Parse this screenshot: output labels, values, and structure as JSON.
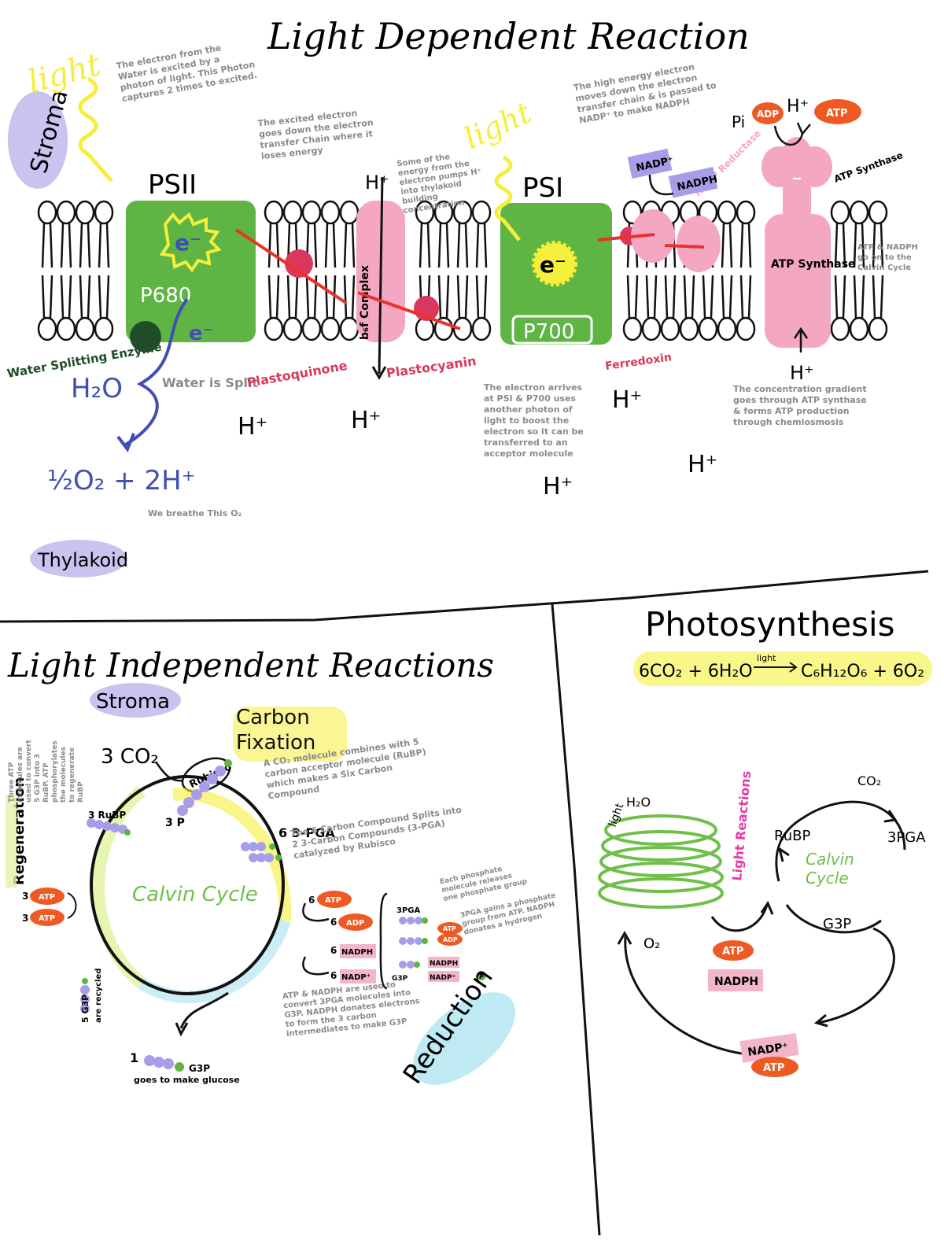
{
  "colors": {
    "psii_green": "#5fb544",
    "complex_pink": "#f4a7c2",
    "carrier_red": "#d9385c",
    "arrow_red": "#e8332c",
    "purple_highlight": "#c9c3f0",
    "light_yellow": "#f5ee3a",
    "water_blue": "#3f4fb3",
    "atp_orange": "#ef5a24",
    "nadp_purple": "#a89de8",
    "nadph_pink": "#f3b6c8",
    "calvin_green": "#6fbf4b",
    "dark_green": "#1f4d2a",
    "magenta": "#e63aa8",
    "cyan_highlight": "#bfe9f3",
    "note_gray": "#8a8a8a"
  },
  "top": {
    "title": "Light Dependent Reaction",
    "stroma": "Stroma",
    "thylakoid": "Thylakoid",
    "light1": "light",
    "light2": "light",
    "psii": "PSII",
    "psi": "PSI",
    "p680": "P680",
    "p700": "P700",
    "e_minus": "e⁻",
    "water_splitting_enzyme": "Water Splitting Enzyme",
    "plastoquinone": "Plastoquinone",
    "bf_complex": "b₆f Complex",
    "plastocyanin": "Plastocyanin",
    "ferredoxin": "Ferredoxin",
    "nadp_reductase": "NADP Reductase",
    "nadp_plus": "NADP⁺",
    "nadph": "NADPH",
    "atp_synthase_inside": "ATP Synthase",
    "atp_synthase_top": "ATP Synthase",
    "pi": "Pi",
    "adp": "ADP",
    "atp": "ATP",
    "h_plus": "H⁺",
    "h2o": "H₂O",
    "water_is_split": "Water is Split",
    "half_o2": "½O₂ + 2H⁺",
    "we_breathe": "We breathe This O₂",
    "note_psii": "The electron from the Water is excited by a photon of light. This Photon captures 2 times to excited.",
    "note_excited": "The excited electron goes down the electron transfer Chain where it loses energy",
    "note_bf": "Some of the energy from the electron pumps H⁺ into thylakoid building concentration",
    "note_psi": "The electron arrives at PSI & P700 uses another photon of light to boost the electron so it can be transferred to an acceptor molecule",
    "note_nadp": "The high energy electron moves down the electron transfer chain & is passed to NADP⁺ to make NADPH",
    "note_atp_calvin": "ATP & NADPH go on to the Calvin Cycle",
    "note_gradient": "The concentration gradient goes through ATP synthase & forms ATP production through chemiosmosis"
  },
  "bottom_left": {
    "title": "Light Independent Reactions",
    "stroma": "Stroma",
    "carbon_fixation": "Carbon Fixation",
    "co2": "3 CO₂",
    "rubisco": "Rubisco",
    "calvin_cycle": "Calvin Cycle",
    "regeneration": "Regeneration",
    "reduction": "Reduction",
    "rubp_5": "3 RuBP",
    "p3": "3 P",
    "pga6": "6 3-PGA",
    "atp_6": "6 ATP",
    "adp_6": "6 ADP",
    "nadph_6": "6 NADPH",
    "nadp_6": "6 NADP⁺",
    "atp_3a": "3 ATP",
    "atp_3b": "3 ATP",
    "g3p_5": "5 G3P",
    "g3p_recycled": "are recycled",
    "g3p_1": "1 G3P",
    "g3p_glucose": "goes to make glucose",
    "p_label": "P",
    "pga_small": "3PGA",
    "atp_small": "ATP",
    "adp_small": "ADP",
    "nadph_small": "NADPH",
    "nadp_small": "NADP⁺",
    "g3p_small": "G3P",
    "note_fix": "A CO₂ molecule combines with 5 carbon acceptor molecule (RuBP) which makes a Six Carbon Compound",
    "note_split": "The 6 Carbon Compound Splits into 2 3-Carbon Compounds (3-PGA) catalyzed by Rubisco",
    "note_red1": "ATP & NADPH are used to convert 3PGA molecules into G3P. NADPH donates electrons to form the 3 carbon intermediates to make G3P",
    "note_red2": "Each phosphate molecule releases one phosphate group",
    "note_red3": "3PGA gains a phosphate group from ATP. NADPH donates a hydrogen",
    "note_regen": "Three ATP molecules are used to convert 5 G3P into 3 RuBP. ATP phosphorylates the molecules to regenerate RuBP"
  },
  "bottom_right": {
    "title": "Photosynthesis",
    "equation_left": "6CO₂ + 6H₂O",
    "equation_light": "light",
    "equation_right": "C₆H₁₂O₆ + 6O₂",
    "light": "light",
    "h2o": "H₂O",
    "o2": "O₂",
    "light_reactions": "Light Reactions",
    "calvin": "Calvin Cycle",
    "co2": "CO₂",
    "rubp": "RuBP",
    "pga": "3PGA",
    "g3p": "G3P",
    "atp": "ATP",
    "nadph": "NADPH",
    "nadp": "NADP⁺",
    "atp2": "ATP"
  }
}
